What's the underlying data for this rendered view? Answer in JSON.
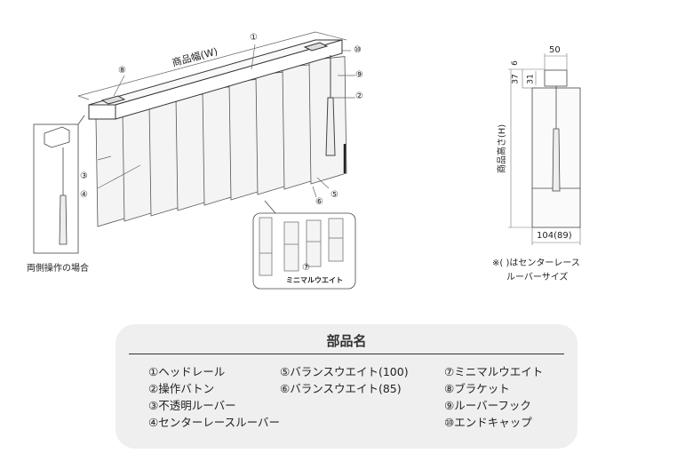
{
  "main_diagram": {
    "width_label": "商品幅(W)",
    "callouts": [
      "①",
      "②",
      "③",
      "④",
      "⑤",
      "⑥",
      "⑦",
      "⑧",
      "⑨",
      "⑩"
    ],
    "inset_caption": "両側操作の場合",
    "detail_caption": "ミニマルウエイト"
  },
  "side_view": {
    "dim_top_width": "50",
    "dim_6": "6",
    "dim_37": "37",
    "dim_31": "31",
    "dim_height": "商品高さ(H)",
    "dim_bottom_width": "104(89)",
    "note_line1": "※( )はセンターレース",
    "note_line2": "ルーバーサイズ"
  },
  "parts_list": {
    "title": "部品名",
    "items": [
      "①ヘッドレール",
      "②操作バトン",
      "③不透明ルーバー",
      "④センターレースルーバー",
      "⑤バランスウエイト(100)",
      "⑥バランスウエイト(85)",
      "⑦ミニマルウエイト",
      "⑧ブラケット",
      "⑨ルーバーフック",
      "⑩エンドキャップ"
    ]
  }
}
